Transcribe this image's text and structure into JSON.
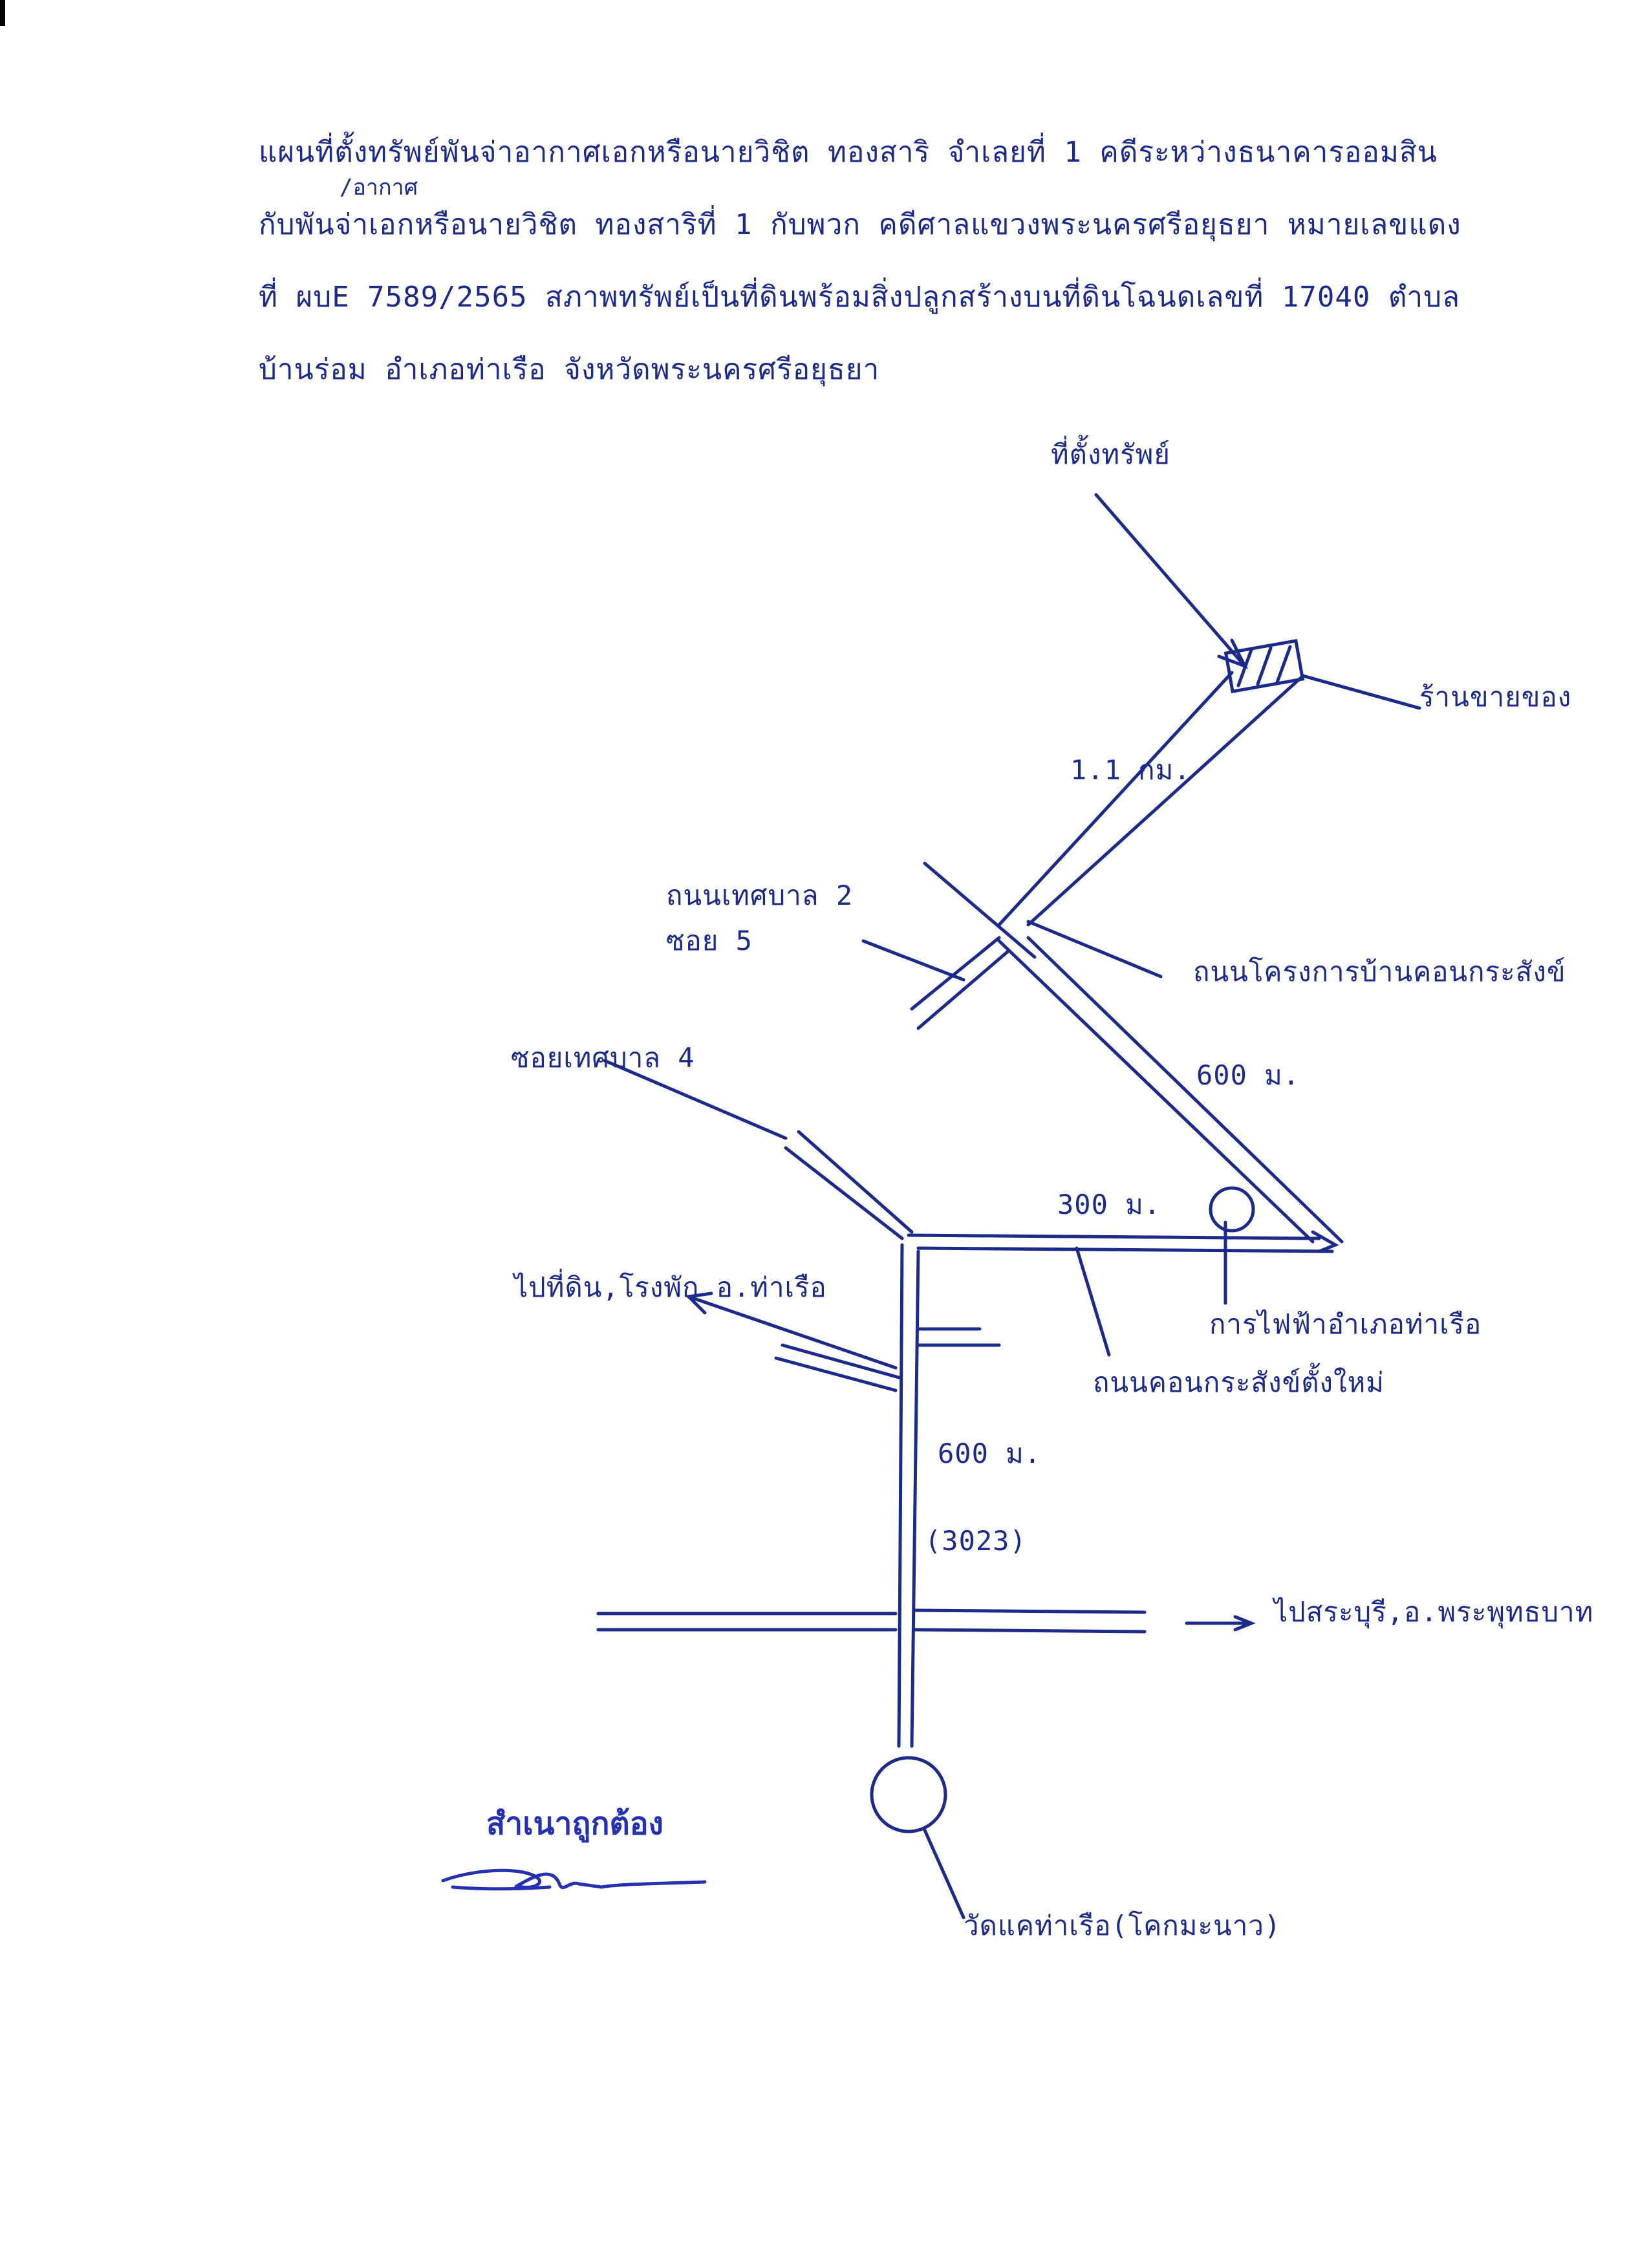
{
  "header": {
    "lines": [
      "แผนที่ตั้งทรัพย์พันจ่าอากาศเอกหรือนายวิชิต ทองสาริ จำเลยที่ 1 คดีระหว่างธนาคารออมสิน",
      "กับพันจ่าเอกหรือนายวิชิต ทองสาริที่ 1 กับพวก คดีศาลแขวงพระนครศรีอยุธยา หมายเลขแดง",
      "ที่ ผบE 7589/2565 สภาพทรัพย์เป็นที่ดินพร้อมสิ่งปลูกสร้างบนที่ดินโฉนดเลขที่ 17040 ตำบล",
      "บ้านร่อม อำเภอท่าเรือ จังหวัดพระนครศรีอยุธยา"
    ],
    "insert_note": "/อากาศ"
  },
  "map": {
    "labels": {
      "property_location": "ที่ตั้งทรัพย์",
      "shop": "ร้านขายของ",
      "dist_1_1km": "1.1 กม.",
      "road_tessaban2": "ถนนเทศบาล 2",
      "soi5": "ซอย 5",
      "road_project": "ถนนโครงการบ้านคอนกระสังข์",
      "soi_tessaban4": "ซอยเทศบาล 4",
      "dist_600m_diag": "600 ม.",
      "dist_300m": "300 ม.",
      "to_landfill": "ไปที่ดิน,โรงพัก อ.ท่าเรือ",
      "electricity": "การไฟฟ้าอำเภอท่าเรือ",
      "road_new": "ถนนคอนกระสังข์ตั้งใหม่",
      "dist_600m_vert": "600 ม.",
      "route_3023": "(3023)",
      "to_saraburi": "ไปสระบุรี,อ.พระพุทธบาท",
      "temple": "วัดแคท่าเรือ(โคกมะนาว)"
    }
  },
  "certification": {
    "text": "สำเนาถูกต้อง"
  }
}
